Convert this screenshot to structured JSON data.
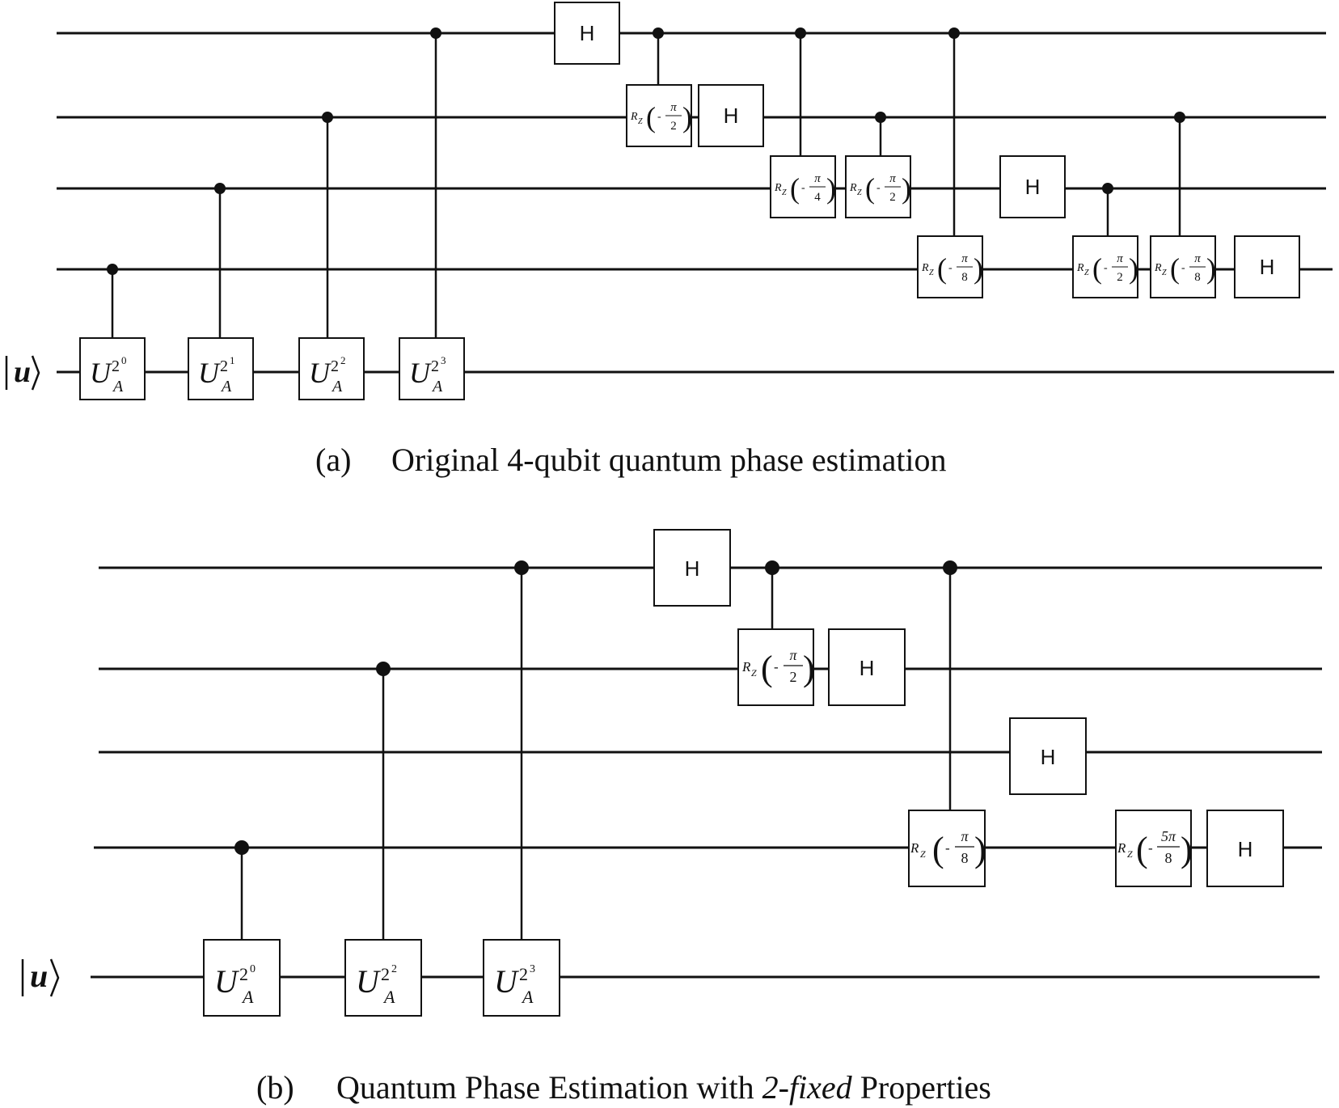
{
  "panel_a": {
    "caption_label": "(a)",
    "caption_text": "Original 4-qubit quantum phase estimation",
    "ket_symbol": "u",
    "u_gate": {
      "base": "U",
      "sub": "A",
      "powers": [
        "2",
        "2",
        "2",
        "2"
      ],
      "exponents": [
        "0",
        "1",
        "2",
        "3"
      ]
    },
    "h_label": "H",
    "rz_symbol": "R",
    "rz_sub": "Z",
    "rz_gates": [
      {
        "numerator": "π",
        "denominator": "2"
      },
      {
        "numerator": "π",
        "denominator": "4"
      },
      {
        "numerator": "π",
        "denominator": "2"
      },
      {
        "numerator": "π",
        "denominator": "8"
      },
      {
        "numerator": "π",
        "denominator": "2"
      },
      {
        "numerator": "π",
        "denominator": "8"
      }
    ]
  },
  "panel_b": {
    "caption_label": "(b)",
    "caption_text_before": "Quantum Phase Estimation with ",
    "caption_text_italic": "2-fixed",
    "caption_text_after": " Properties",
    "ket_symbol": "u",
    "u_gate": {
      "base": "U",
      "sub": "A",
      "powers": [
        "2",
        "2",
        "2"
      ],
      "exponents": [
        "0",
        "2",
        "3"
      ]
    },
    "h_label": "H",
    "rz_symbol": "R",
    "rz_sub": "Z",
    "rz_gates": [
      {
        "numerator": "π",
        "denominator": "2"
      },
      {
        "numerator": "π",
        "denominator": "8"
      },
      {
        "numerator": "5π",
        "denominator": "8"
      }
    ]
  },
  "minus_sign": "-"
}
